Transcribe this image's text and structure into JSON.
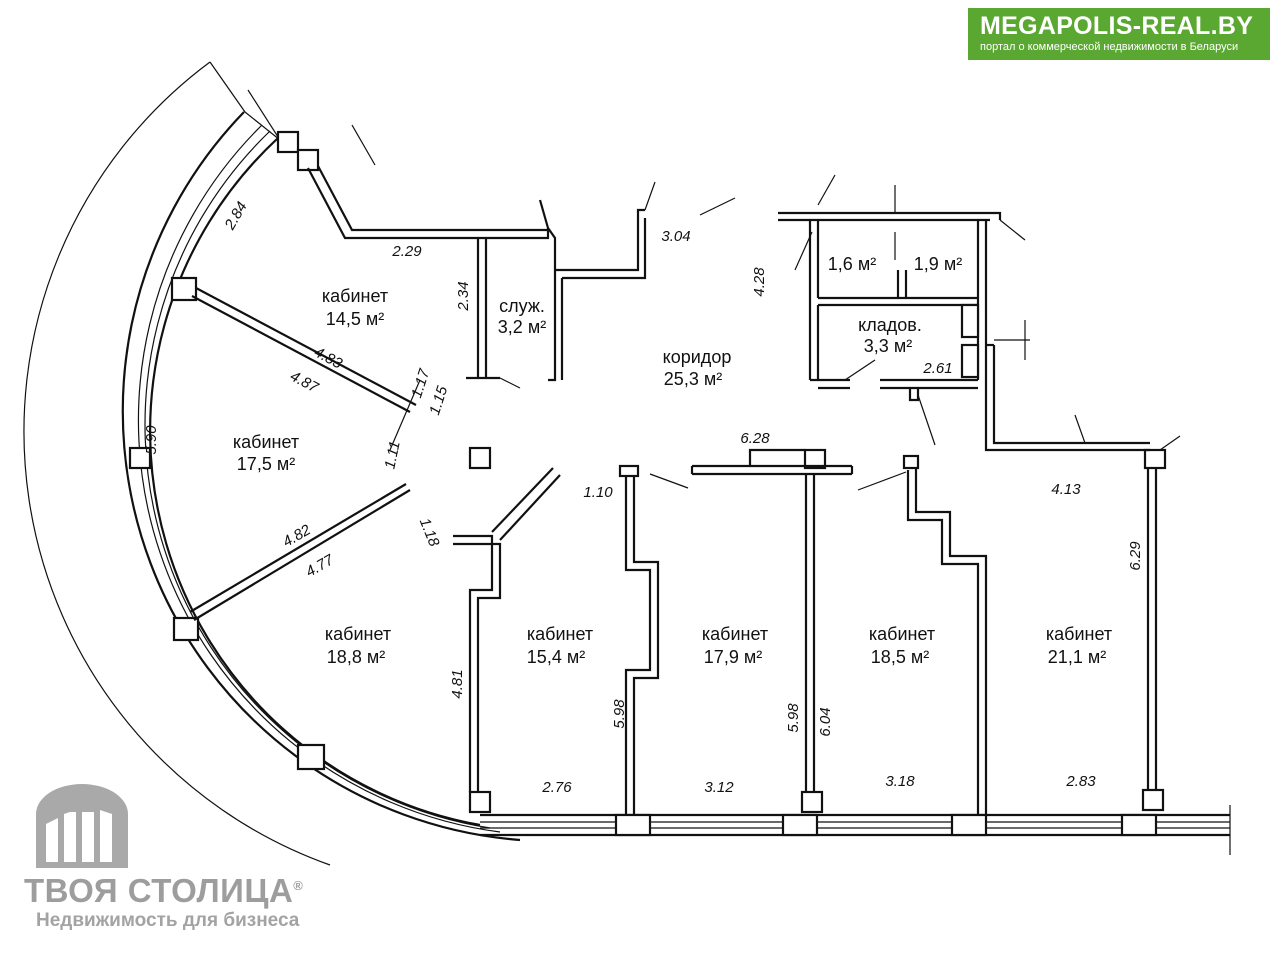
{
  "badge": {
    "title": "MEGAPOLIS-REAL.BY",
    "subtitle": "портал о коммерческой недвижимости в Беларуси",
    "color": "#5aa832"
  },
  "brand": {
    "name": "ТВОЯ СТОЛИЦА",
    "mark": "®",
    "subtitle": "Недвижимость для бизнеса",
    "logo_icon": "building-logo-icon",
    "color": "#9d9d9d"
  },
  "rooms": [
    {
      "id": "office-1",
      "name": "кабинет",
      "area": "14,5 м²"
    },
    {
      "id": "service",
      "name": "служ.",
      "area": "3,2 м²"
    },
    {
      "id": "corridor",
      "name": "коридор",
      "area": "25,3 м²"
    },
    {
      "id": "small-1",
      "name": "",
      "area": "1,6 м²"
    },
    {
      "id": "small-2",
      "name": "",
      "area": "1,9 м²"
    },
    {
      "id": "storage",
      "name": "кладов.",
      "area": "3,3 м²"
    },
    {
      "id": "office-2",
      "name": "кабинет",
      "area": "17,5 м²"
    },
    {
      "id": "office-3",
      "name": "кабинет",
      "area": "18,8 м²"
    },
    {
      "id": "office-4",
      "name": "кабинет",
      "area": "15,4 м²"
    },
    {
      "id": "office-5",
      "name": "кабинет",
      "area": "17,9 м²"
    },
    {
      "id": "office-6",
      "name": "кабинет",
      "area": "18,5 м²"
    },
    {
      "id": "office-7",
      "name": "кабинет",
      "area": "21,1 м²"
    }
  ],
  "dimensions": [
    {
      "label": "2.84"
    },
    {
      "label": "2.29"
    },
    {
      "label": "2.34"
    },
    {
      "label": "3.04"
    },
    {
      "label": "4.28"
    },
    {
      "label": "4.83"
    },
    {
      "label": "4.87"
    },
    {
      "label": "1.17"
    },
    {
      "label": "1.15"
    },
    {
      "label": "1.11"
    },
    {
      "label": "5.90"
    },
    {
      "label": "2.61"
    },
    {
      "label": "6.28"
    },
    {
      "label": "1.10"
    },
    {
      "label": "4.13"
    },
    {
      "label": "4.82"
    },
    {
      "label": "4.77"
    },
    {
      "label": "1.18"
    },
    {
      "label": "6.29"
    },
    {
      "label": "4.81"
    },
    {
      "label": "5.98"
    },
    {
      "label": "5.98"
    },
    {
      "label": "6.04"
    },
    {
      "label": "2.76"
    },
    {
      "label": "3.12"
    },
    {
      "label": "3.18"
    },
    {
      "label": "2.83"
    }
  ]
}
